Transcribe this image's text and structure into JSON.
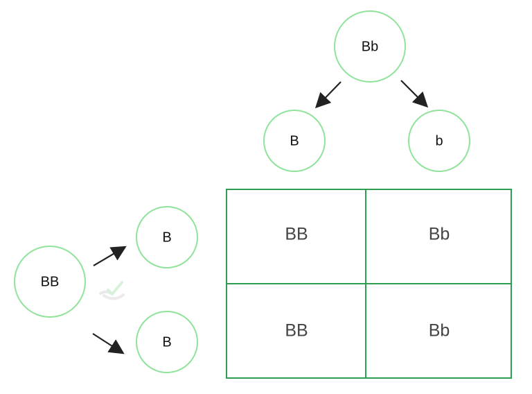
{
  "colors": {
    "circle_stroke": "#8fe39a",
    "grid_stroke": "#2e9e52",
    "arrow": "#222222",
    "cell_text": "#444444",
    "circle_text": "#111111"
  },
  "top_parent": {
    "genotype": "Bb",
    "gametes": [
      "B",
      "b"
    ]
  },
  "left_parent": {
    "genotype": "BB",
    "gametes": [
      "B",
      "B"
    ]
  },
  "punnett_square": {
    "rows": [
      [
        "BB",
        "Bb"
      ],
      [
        "BB",
        "Bb"
      ]
    ]
  },
  "decorations": {
    "faint_watermark_icon": "check-watermark-icon"
  }
}
